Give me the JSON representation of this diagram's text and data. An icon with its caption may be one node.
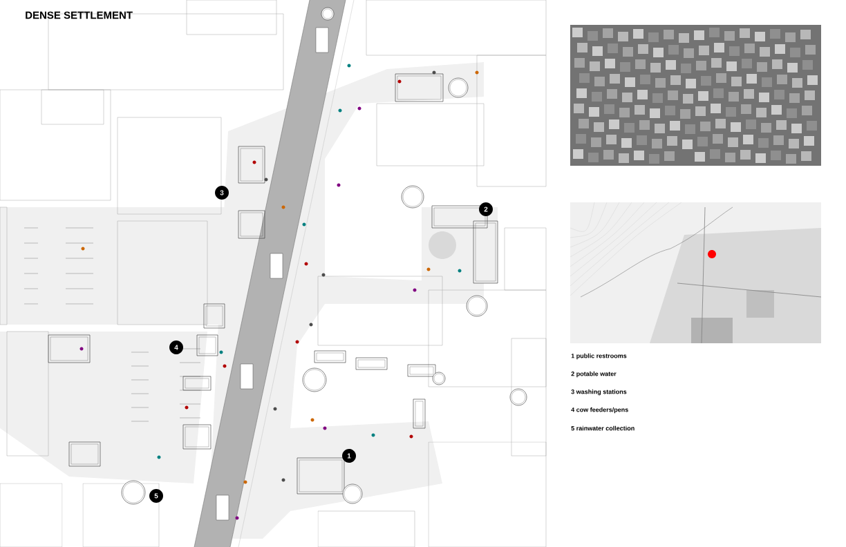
{
  "diagram": {
    "title": "DENSE SETTLEMENT",
    "labels": [
      "3",
      "2",
      "4",
      "1",
      "5",
      "1 public restrooms",
      "2 potable water",
      "3 washing stations",
      "4 cow feeders/pens",
      "5 rainwater collection"
    ]
  }
}
